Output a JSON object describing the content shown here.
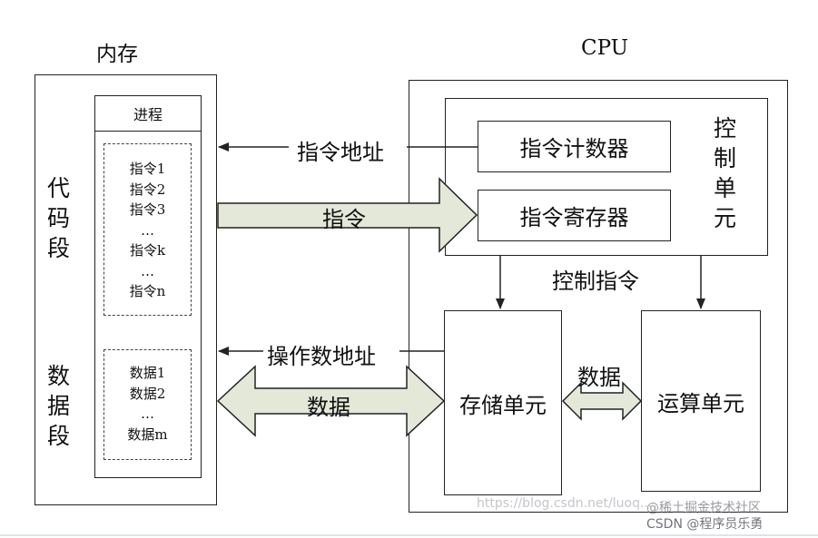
{
  "memory": {
    "title": "内存",
    "process_header": "进程",
    "code_segment_chars": [
      "代",
      "码",
      "段"
    ],
    "data_segment_chars": [
      "数",
      "据",
      "段"
    ],
    "instructions": [
      "指令1",
      "指令2",
      "指令3",
      "…",
      "指令k",
      "…",
      "指令n"
    ],
    "data_items": [
      "数据1",
      "数据2",
      "…",
      "数据m"
    ]
  },
  "cpu": {
    "title": "CPU",
    "program_counter": "指令计数器",
    "instruction_register": "指令寄存器",
    "control_unit_chars": [
      "控",
      "制",
      "单",
      "元"
    ],
    "storage_unit": "存储单元",
    "alu": "运算单元",
    "control_signal": "控制指令"
  },
  "connections": {
    "instruction_address": "指令地址",
    "instruction": "指令",
    "operand_address": "操作数地址",
    "data": "数据",
    "data_internal": "数据"
  },
  "watermark": {
    "url": "https://blog.csdn.net/luoq...",
    "line1": "@稀土掘金技术社区",
    "line2": "CSDN @程序员乐勇"
  },
  "colors": {
    "arrow_fill": "#e3e8d8",
    "line": "#222222"
  }
}
